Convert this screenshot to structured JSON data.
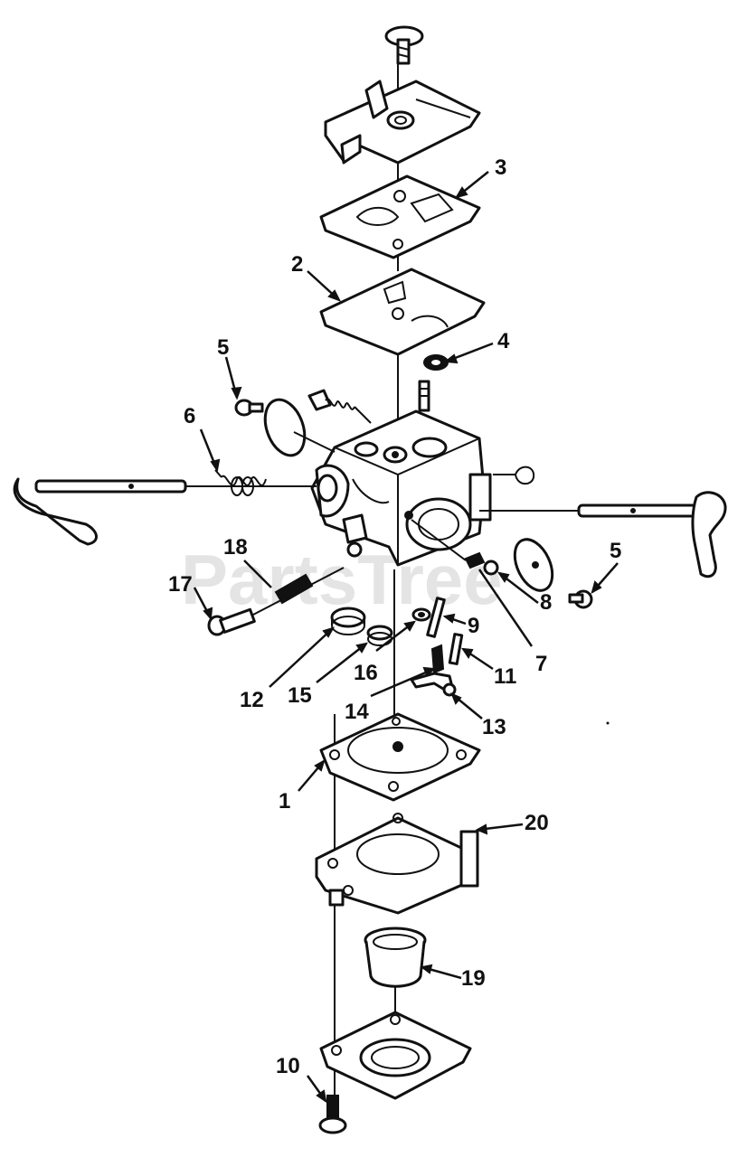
{
  "watermark": "PartsTree",
  "callouts": [
    {
      "id": "3",
      "text": "3"
    },
    {
      "id": "2",
      "text": "2"
    },
    {
      "id": "4",
      "text": "4"
    },
    {
      "id": "5a",
      "text": "5"
    },
    {
      "id": "6",
      "text": "6"
    },
    {
      "id": "18",
      "text": "18"
    },
    {
      "id": "17",
      "text": "17"
    },
    {
      "id": "5b",
      "text": "5"
    },
    {
      "id": "8",
      "text": "8"
    },
    {
      "id": "7",
      "text": "7"
    },
    {
      "id": "9",
      "text": "9"
    },
    {
      "id": "11",
      "text": "11"
    },
    {
      "id": "16",
      "text": "16"
    },
    {
      "id": "12",
      "text": "12"
    },
    {
      "id": "15",
      "text": "15"
    },
    {
      "id": "14",
      "text": "14"
    },
    {
      "id": "13",
      "text": "13"
    },
    {
      "id": "1",
      "text": "1"
    },
    {
      "id": "20",
      "text": "20"
    },
    {
      "id": "19",
      "text": "19"
    },
    {
      "id": "10",
      "text": "10"
    }
  ]
}
